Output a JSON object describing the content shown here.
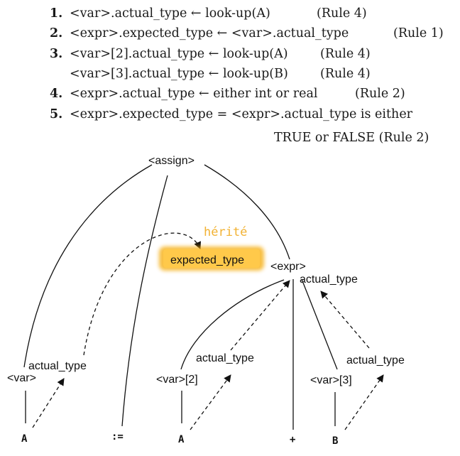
{
  "rules": [
    {
      "num": "1.",
      "text": "<var>.actual_type ← look-up(A)",
      "rule": "(Rule 4)"
    },
    {
      "num": "2.",
      "text": "<expr>.expected_type ← <var>.actual_type",
      "rule": "(Rule 1)"
    },
    {
      "num": "3.",
      "text": "<var>[2].actual_type ← look-up(A)",
      "rule": "(Rule 4)"
    },
    {
      "num": "",
      "text": "<var>[3].actual_type ← look-up(B)",
      "rule": "(Rule 4)"
    },
    {
      "num": "4.",
      "text": "<expr>.actual_type ← either int or real",
      "rule": "(Rule 2)"
    },
    {
      "num": "5.",
      "text": "<expr>.expected_type = <expr>.actual_type is either",
      "rule": ""
    }
  ],
  "rule5_continuation": "TRUE or FALSE (Rule 2)",
  "tree": {
    "root": "<assign>",
    "expr": "<expr>",
    "expected_type": "expected_type",
    "herite": "hérité",
    "expr_actual": "actual_type",
    "var1": "<var>",
    "var1_actual": "actual_type",
    "var2": "<var>[2]",
    "var2_actual": "actual_type",
    "var3": "<var>[3]",
    "var3_actual": "actual_type",
    "tokens": {
      "a1": "A",
      "assign": ":=",
      "a2": "A",
      "plus": "+",
      "b": "B"
    }
  },
  "colors": {
    "highlight": "#f5a800",
    "herite": "#f2b233",
    "ink": "#111111"
  }
}
